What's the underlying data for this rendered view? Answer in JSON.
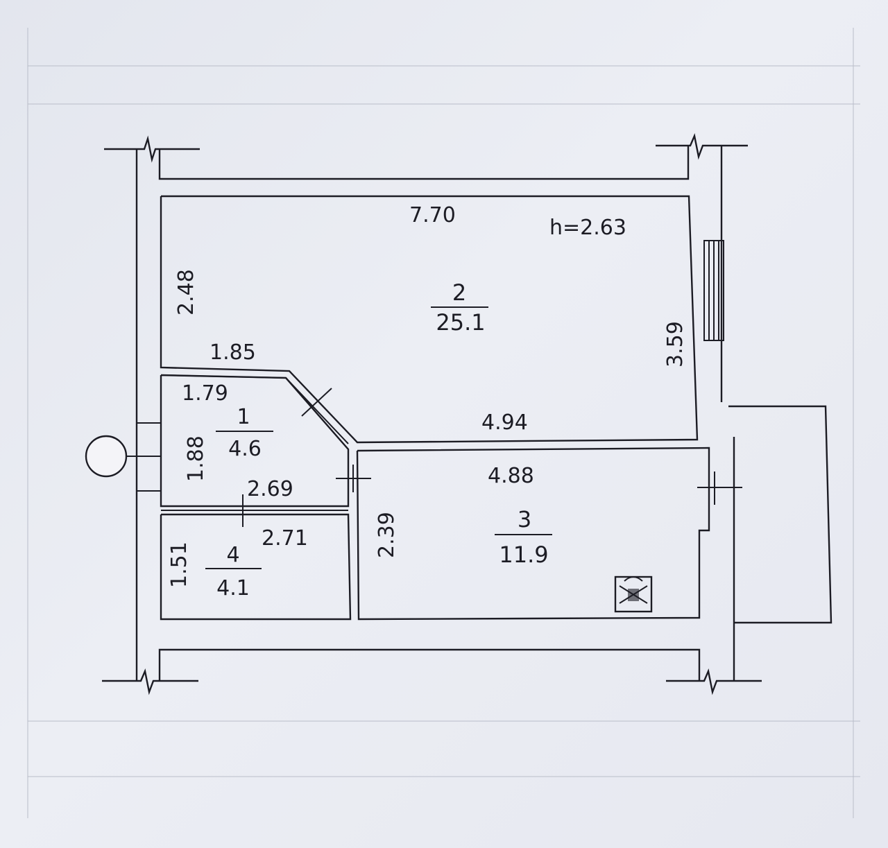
{
  "plan": {
    "ceiling_height": "h=2.63",
    "rooms": [
      {
        "number": "1",
        "area": "4.6"
      },
      {
        "number": "2",
        "area": "25.1"
      },
      {
        "number": "3",
        "area": "11.9"
      },
      {
        "number": "4",
        "area": "4.1"
      }
    ],
    "dimensions": {
      "room2_top": "7.70",
      "room2_left": "2.48",
      "room2_right": "3.59",
      "room2_bottom_left": "1.85",
      "room2_bottom_right": "4.94",
      "room1_top": "1.79",
      "room1_left": "1.88",
      "room1_bottom": "2.69",
      "room3_top": "4.88",
      "room3_left": "2.39",
      "room4_top": "2.71",
      "room4_left": "1.51"
    }
  },
  "colors": {
    "background": "#e8eaf1",
    "ink": "#1c1c24"
  }
}
